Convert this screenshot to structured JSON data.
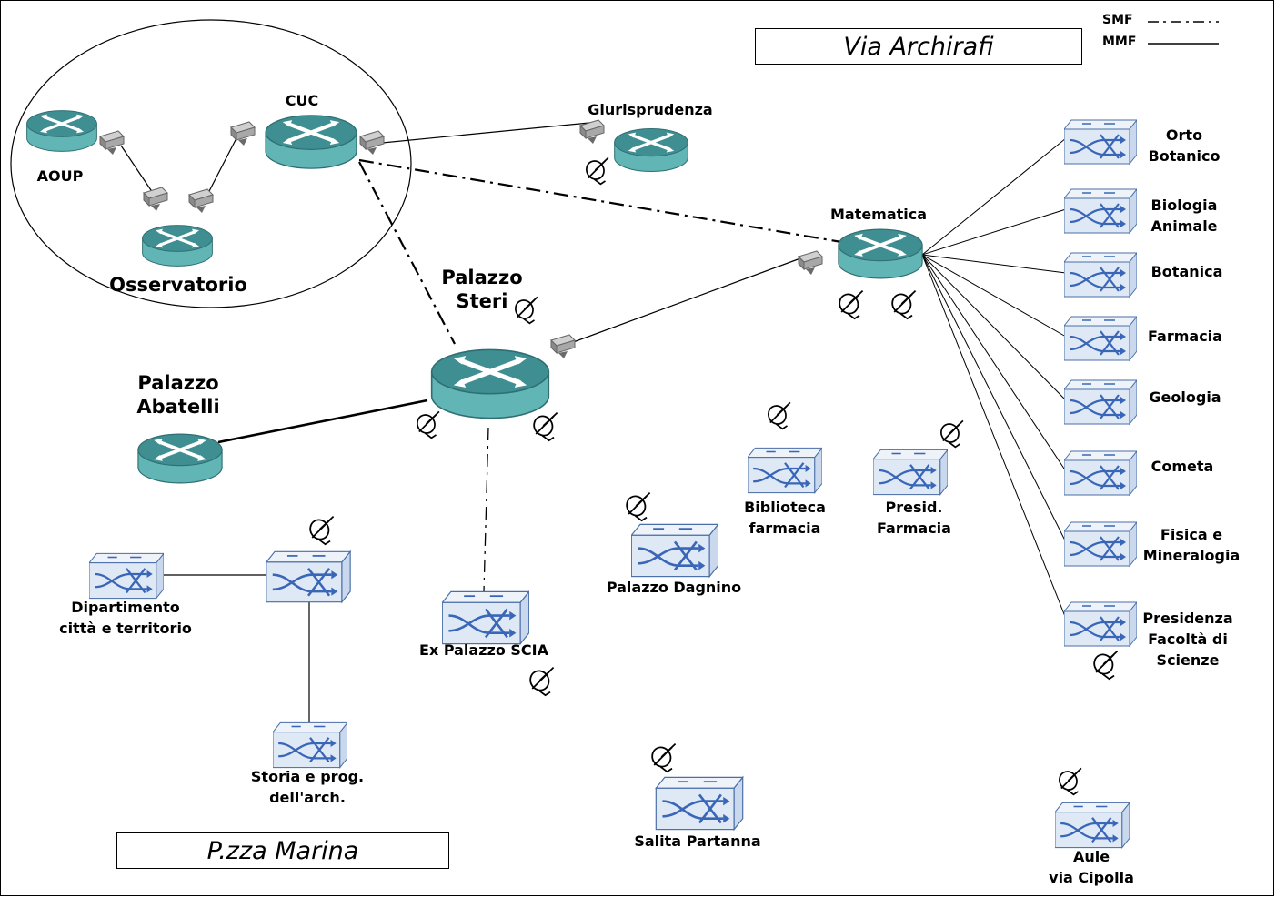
{
  "areas": {
    "via_archirafi": "Via Archirafi",
    "pzza_marina": "P.zza Marina"
  },
  "legend": {
    "smf": "SMF",
    "mmf": "MMF"
  },
  "routers": {
    "aoup": "AOUP",
    "cuc": "CUC",
    "osservatorio": "Osservatorio",
    "giurisprudenza": "Giurisprudenza",
    "matematica": "Matematica",
    "palazzo_steri": "Palazzo\nSteri",
    "palazzo_abatelli": "Palazzo\nAbatelli"
  },
  "switches": {
    "orto_botanico": "Orto\nBotanico",
    "biologia_animale": "Biologia\nAnimale",
    "botanica": "Botanica",
    "farmacia": "Farmacia",
    "geologia": "Geologia",
    "cometa": "Cometa",
    "fisica_mineralogia": "Fisica e\nMineralogia",
    "presidenza_scienze": "Presidenza\nFacoltà di\nScienze",
    "biblioteca_farmacia": "Biblioteca\nfarmacia",
    "presid_farmacia": "Presid.\nFarmacia",
    "palazzo_dagnino": "Palazzo Dagnino",
    "ex_palazzo_scia": "Ex Palazzo SCIA",
    "dipartimento_citta": "Dipartimento\ncittà e territorio",
    "storia_prog": "Storia e prog.\ndell'arch.",
    "salita_partanna": "Salita Partanna",
    "aule_cipolla": "Aule\nvia Cipolla"
  },
  "colors": {
    "router_top": "#3f8f92",
    "router_side": "#62b5b5",
    "switch_fill": "#dfe9f5",
    "switch_line": "#3a66b8"
  }
}
